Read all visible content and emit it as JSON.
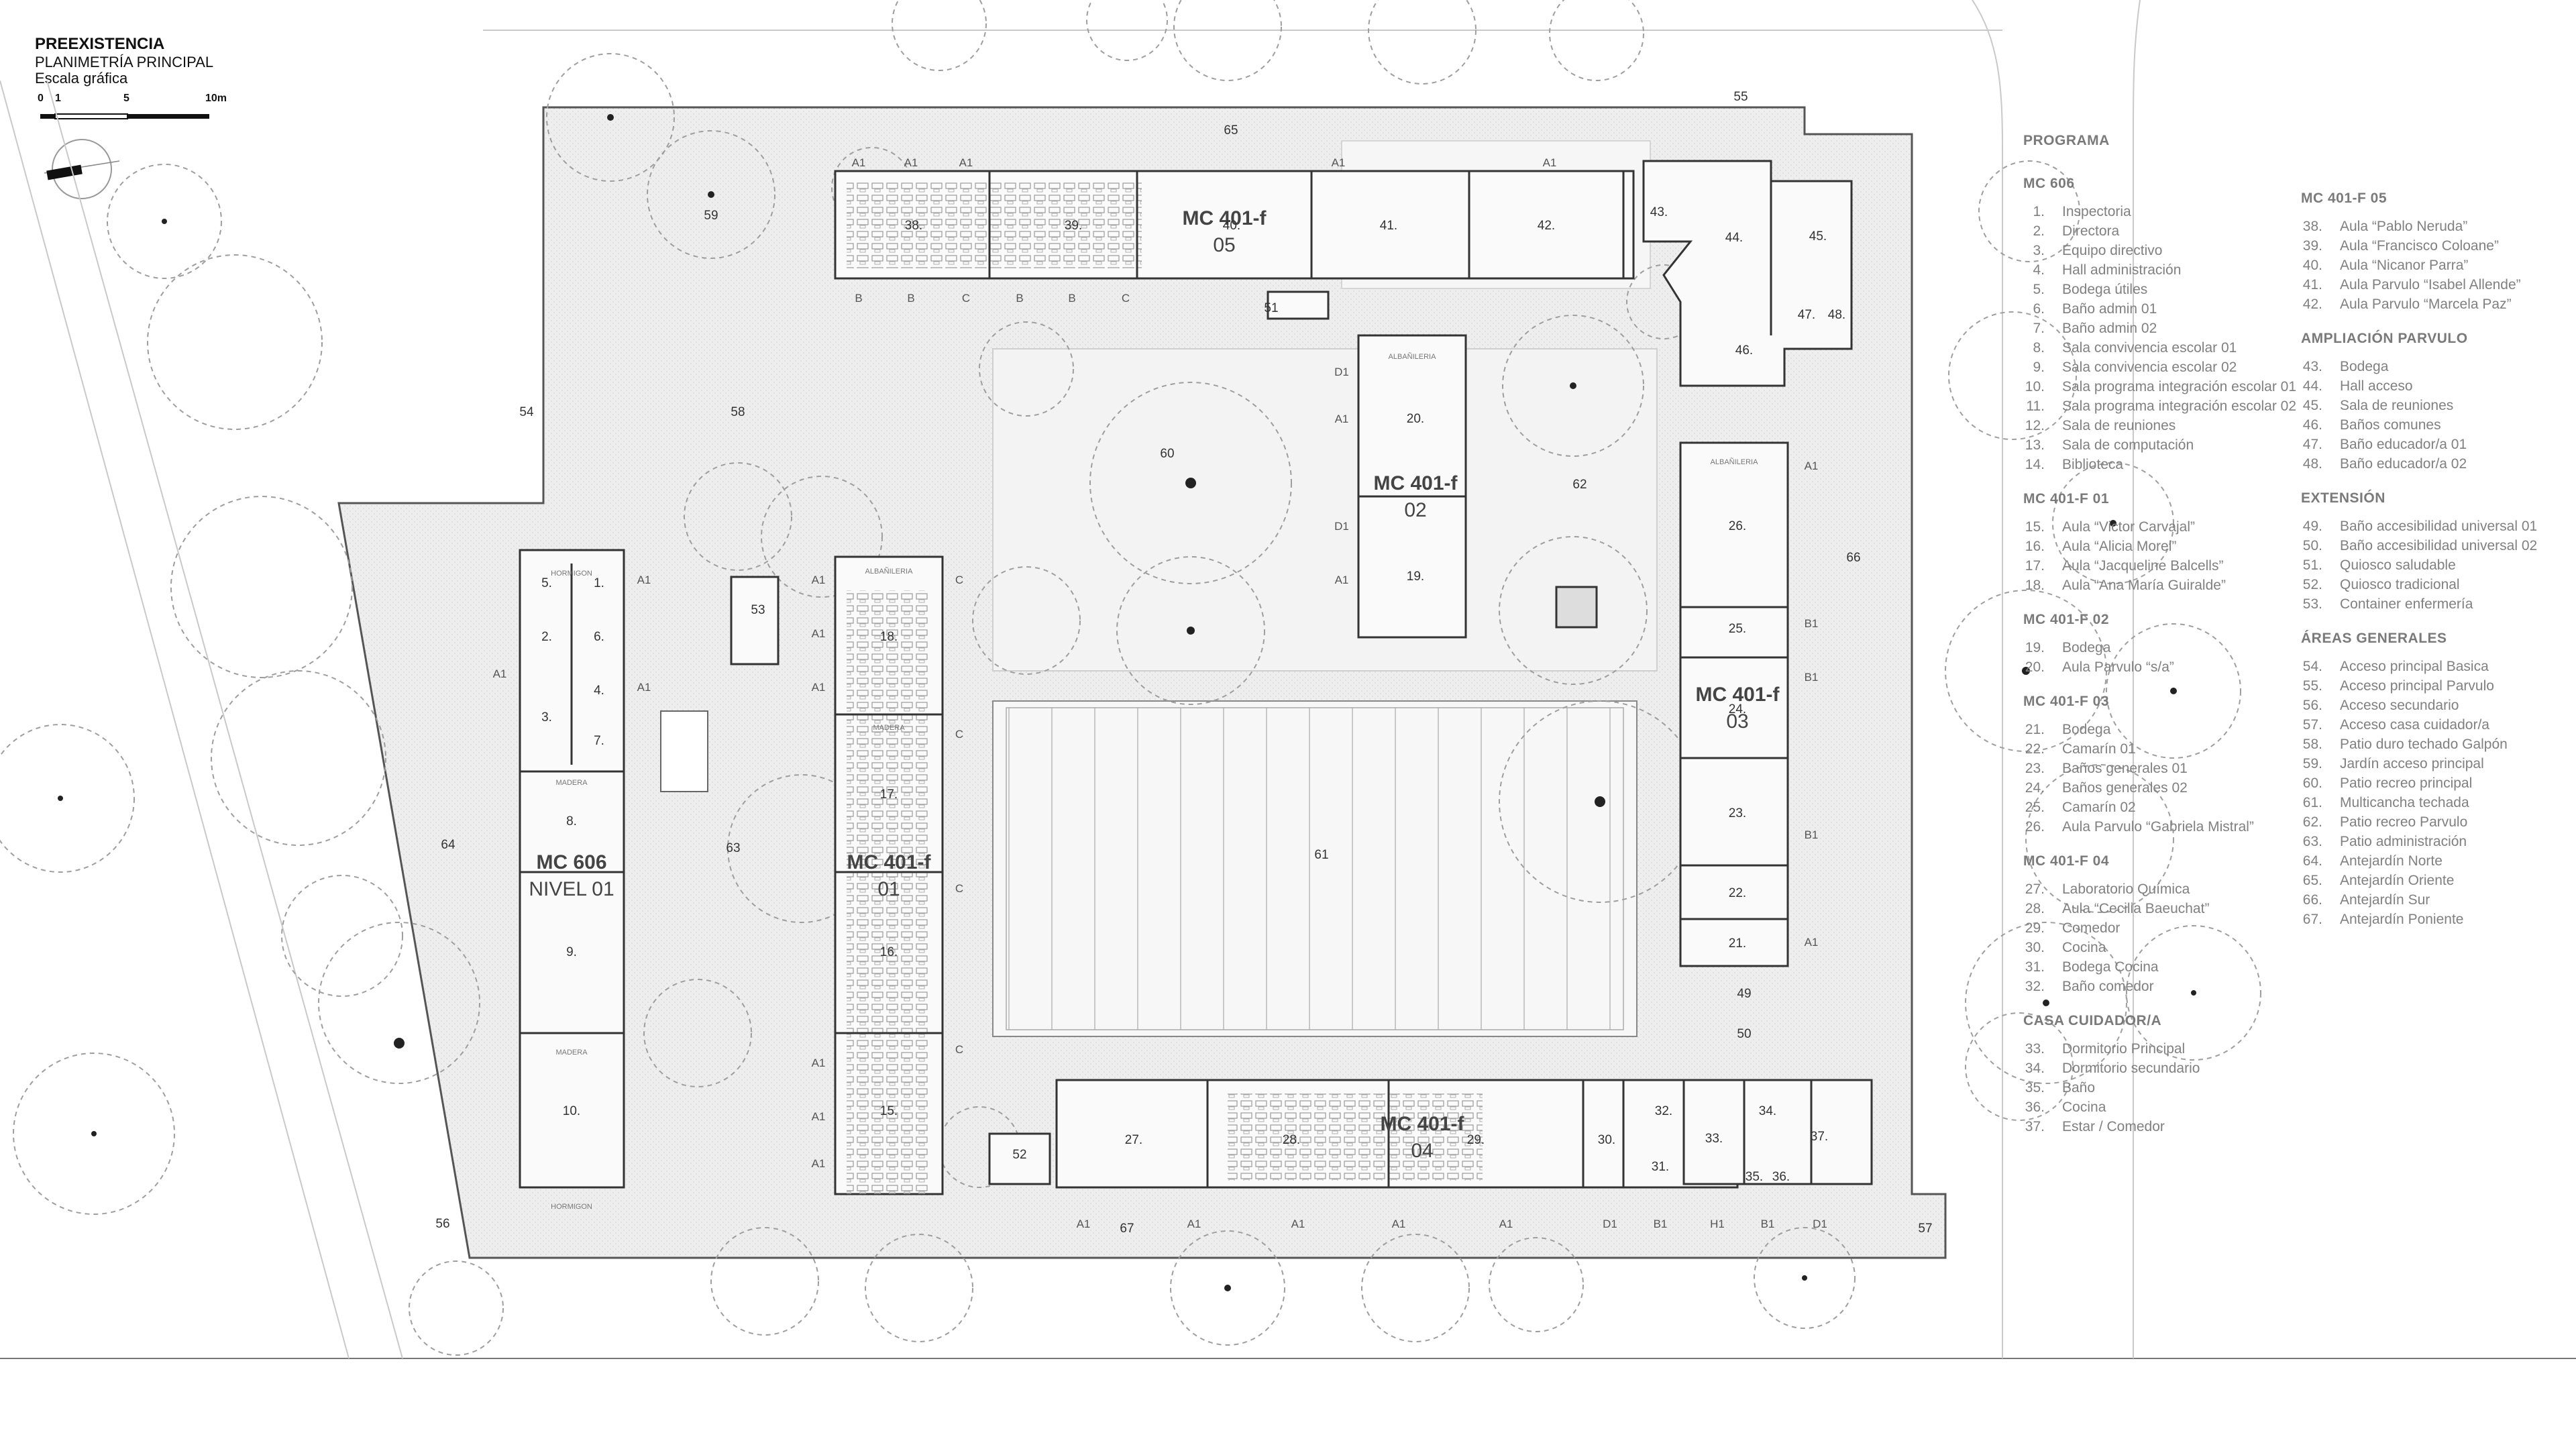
{
  "header": {
    "title": "PREEXISTENCIA",
    "subtitle": "PLANIMETRÍA PRINCIPAL",
    "scale_label": "Escala gráfica",
    "scale_ticks": [
      "0",
      "1",
      "5",
      "10m"
    ]
  },
  "legend": {
    "left_column": [
      {
        "heading": "PROGRAMA"
      },
      {
        "heading": "MC 606"
      },
      {
        "n": "1.",
        "t": "Inspectoria"
      },
      {
        "n": "2.",
        "t": "Directora"
      },
      {
        "n": "3.",
        "t": "Equipo directivo"
      },
      {
        "n": "4.",
        "t": "Hall administración"
      },
      {
        "n": "5.",
        "t": "Bodega útiles"
      },
      {
        "n": "6.",
        "t": "Baño admin 01"
      },
      {
        "n": "7.",
        "t": "Baño admin 02"
      },
      {
        "n": "8.",
        "t": "Sala convivencia escolar 01"
      },
      {
        "n": "9.",
        "t": "Sala convivencia escolar 02"
      },
      {
        "n": "10.",
        "t": "Sala programa integración escolar 01"
      },
      {
        "n": "11.",
        "t": "Sala programa integración escolar 02"
      },
      {
        "n": "12.",
        "t": "Sala de reuniones"
      },
      {
        "n": "13.",
        "t": "Sala de computación"
      },
      {
        "n": "14.",
        "t": "Biblioteca"
      },
      {
        "heading": "MC 401-F 01"
      },
      {
        "n": "15.",
        "t": "Aula “Victor Carvajal”"
      },
      {
        "n": "16.",
        "t": "Aula “Alicia Morel”"
      },
      {
        "n": "17.",
        "t": "Aula “Jacqueline Balcells”"
      },
      {
        "n": "18.",
        "t": "Aula “Ana María Guiralde”"
      },
      {
        "heading": "MC 401-F 02"
      },
      {
        "n": "19.",
        "t": "Bodega"
      },
      {
        "n": "20.",
        "t": "Aula Parvulo “s/a”"
      },
      {
        "heading": "MC 401-F 03"
      },
      {
        "n": "21.",
        "t": "Bodega"
      },
      {
        "n": "22.",
        "t": "Camarín 01"
      },
      {
        "n": "23.",
        "t": "Baños generales 01"
      },
      {
        "n": "24.",
        "t": "Baños generales 02"
      },
      {
        "n": "25.",
        "t": "Camarín 02"
      },
      {
        "n": "26.",
        "t": "Aula Parvulo “Gabriela Mistral”"
      },
      {
        "heading": "MC 401-F 04"
      },
      {
        "n": "27.",
        "t": "Laboratorio Química"
      },
      {
        "n": "28.",
        "t": "Aula “Cecilia Baeuchat”"
      },
      {
        "n": "29.",
        "t": "Comedor"
      },
      {
        "n": "30.",
        "t": "Cocina"
      },
      {
        "n": "31.",
        "t": "Bodega Cocina"
      },
      {
        "n": "32.",
        "t": "Baño comedor"
      },
      {
        "heading": "CASA CUIDADOR/A"
      },
      {
        "n": "33.",
        "t": "Dormitorio Principal"
      },
      {
        "n": "34.",
        "t": "Dormitorio secundario"
      },
      {
        "n": "35.",
        "t": "Baño"
      },
      {
        "n": "36.",
        "t": "Cocina"
      },
      {
        "n": "37.",
        "t": "Estar / Comedor"
      }
    ],
    "right_column": [
      {
        "heading": "MC 401-F 05"
      },
      {
        "n": "38.",
        "t": "Aula “Pablo Neruda”"
      },
      {
        "n": "39.",
        "t": "Aula “Francisco Coloane”"
      },
      {
        "n": "40.",
        "t": "Aula “Nicanor Parra”"
      },
      {
        "n": "41.",
        "t": "Aula Parvulo “Isabel Allende”"
      },
      {
        "n": "42.",
        "t": "Aula Parvulo “Marcela Paz”"
      },
      {
        "heading": "AMPLIACIÓN PARVULO"
      },
      {
        "n": "43.",
        "t": "Bodega"
      },
      {
        "n": "44.",
        "t": "Hall acceso"
      },
      {
        "n": "45.",
        "t": "Sala de reuniones"
      },
      {
        "n": "46.",
        "t": "Baños comunes"
      },
      {
        "n": "47.",
        "t": "Baño educador/a 01"
      },
      {
        "n": "48.",
        "t": "Baño educador/a 02"
      },
      {
        "heading": "EXTENSIÓN"
      },
      {
        "n": "49.",
        "t": "Baño accesibilidad universal 01"
      },
      {
        "n": "50.",
        "t": "Baño accesibilidad universal 02"
      },
      {
        "n": "51.",
        "t": "Quiosco saludable"
      },
      {
        "n": "52.",
        "t": "Quiosco tradicional"
      },
      {
        "n": "53.",
        "t": "Container enfermería"
      },
      {
        "heading": "ÁREAS GENERALES"
      },
      {
        "n": "54.",
        "t": "Acceso principal Basica"
      },
      {
        "n": "55.",
        "t": "Acceso principal Parvulo"
      },
      {
        "n": "56.",
        "t": "Acceso secundario"
      },
      {
        "n": "57.",
        "t": "Acceso casa cuidador/a"
      },
      {
        "n": "58.",
        "t": "Patio duro techado Galpón"
      },
      {
        "n": "59.",
        "t": "Jardín acceso principal"
      },
      {
        "n": "60.",
        "t": "Patio recreo principal"
      },
      {
        "n": "61.",
        "t": "Multicancha techada"
      },
      {
        "n": "62.",
        "t": "Patio recreo Parvulo"
      },
      {
        "n": "63.",
        "t": "Patio administración"
      },
      {
        "n": "64.",
        "t": "Antejardín Norte"
      },
      {
        "n": "65.",
        "t": "Antejardín Oriente"
      },
      {
        "n": "66.",
        "t": "Antejardín Sur"
      },
      {
        "n": "67.",
        "t": "Antejardín Poniente"
      }
    ]
  },
  "modules": [
    {
      "name": "MC 606",
      "sub": "NIVEL 01"
    },
    {
      "name": "MC 401-f",
      "sub": "01"
    },
    {
      "name": "MC 401-f",
      "sub": "02"
    },
    {
      "name": "MC 401-f",
      "sub": "03"
    },
    {
      "name": "MC 401-f",
      "sub": "04"
    },
    {
      "name": "MC 401-f",
      "sub": "05"
    }
  ],
  "material_labels": [
    "ALBAÑILERIA",
    "MADERA",
    "HORMIGON"
  ],
  "room_numbers": [
    "1.",
    "2.",
    "3.",
    "4.",
    "5.",
    "6.",
    "7.",
    "8.",
    "9.",
    "10.",
    "15.",
    "16.",
    "17.",
    "18.",
    "19.",
    "20.",
    "21.",
    "22.",
    "23.",
    "24.",
    "25.",
    "26.",
    "27.",
    "28.",
    "29.",
    "30.",
    "31.",
    "32.",
    "33.",
    "34.",
    "35.",
    "36.",
    "37.",
    "38.",
    "39.",
    "40.",
    "41.",
    "42.",
    "43.",
    "44.",
    "45.",
    "46.",
    "47.",
    "48.",
    "49",
    "50"
  ],
  "area_numbers": [
    "51",
    "52",
    "53",
    "54",
    "55",
    "56",
    "57",
    "58",
    "59",
    "60",
    "61",
    "62",
    "63",
    "64",
    "65",
    "66",
    "67"
  ],
  "axis_labels": [
    "A1",
    "B",
    "C",
    "D1",
    "B1",
    "H1"
  ]
}
